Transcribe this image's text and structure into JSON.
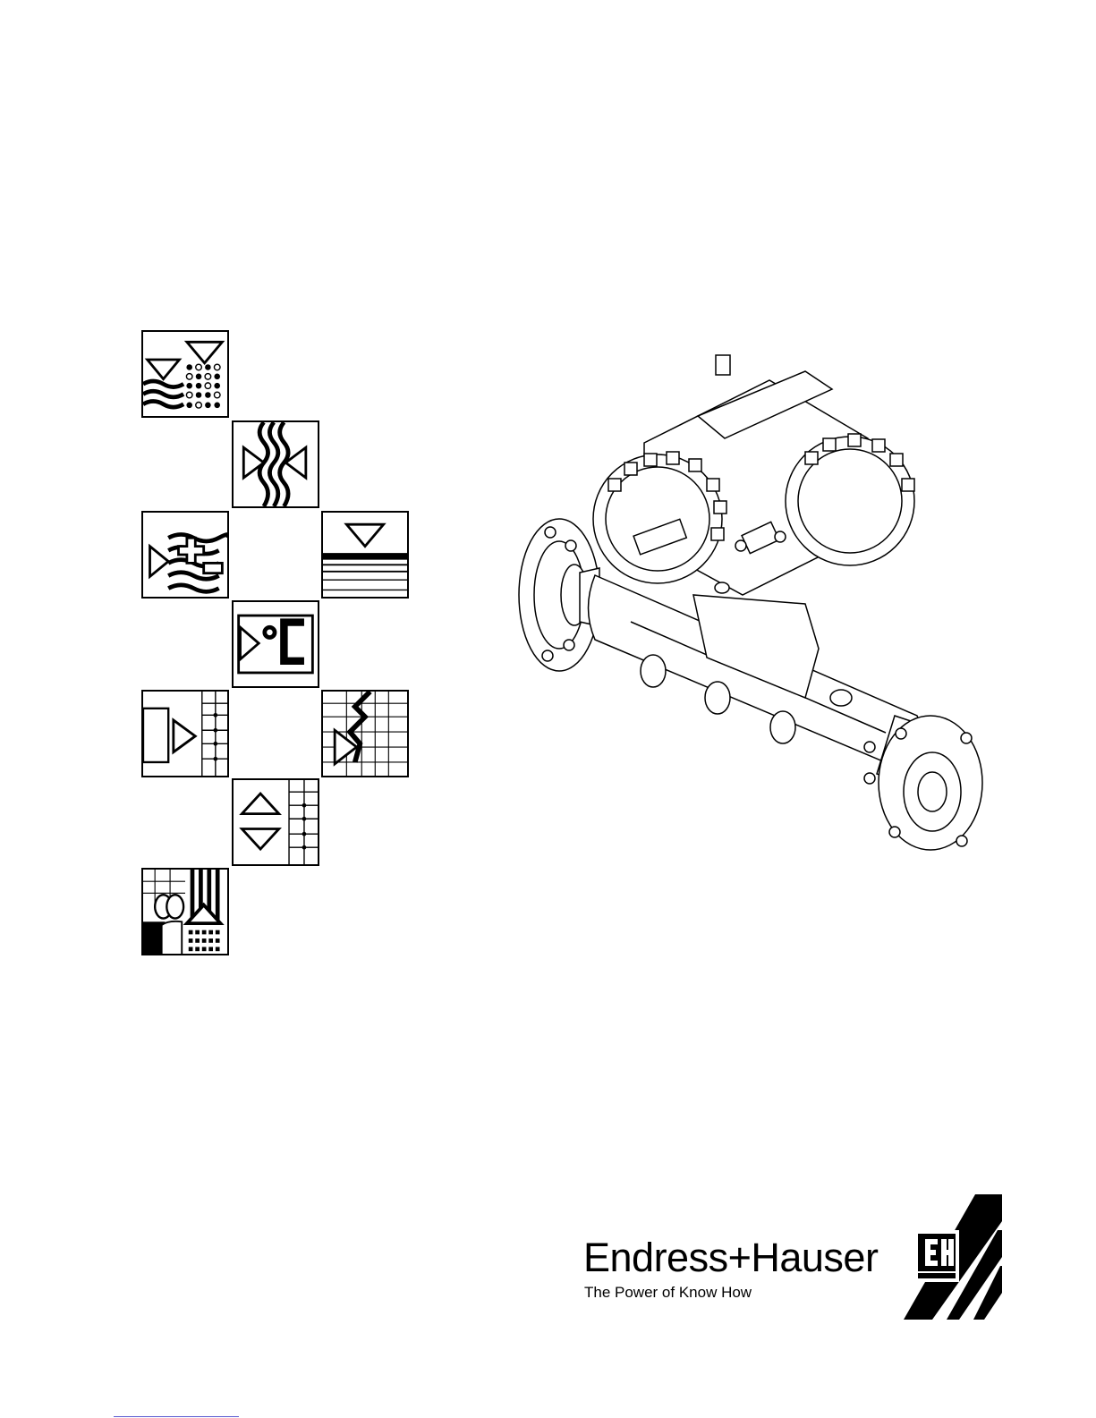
{
  "brand": {
    "name": "Endress+Hauser",
    "tagline": "The Power of Know How",
    "logo_letters": "E+H"
  },
  "pictograms": [
    "level-icon",
    "pressure-icon",
    "flow-icon",
    "liquid-analysis-icon",
    "temperature-icon",
    "registration-icon",
    "system-components-icon",
    "limit-detection-icon",
    "services-icon"
  ],
  "illustration": "flowmeter-drawing",
  "colors": {
    "ink": "#000000",
    "paper": "#ffffff",
    "footer_rule": "#5a5ad0"
  }
}
